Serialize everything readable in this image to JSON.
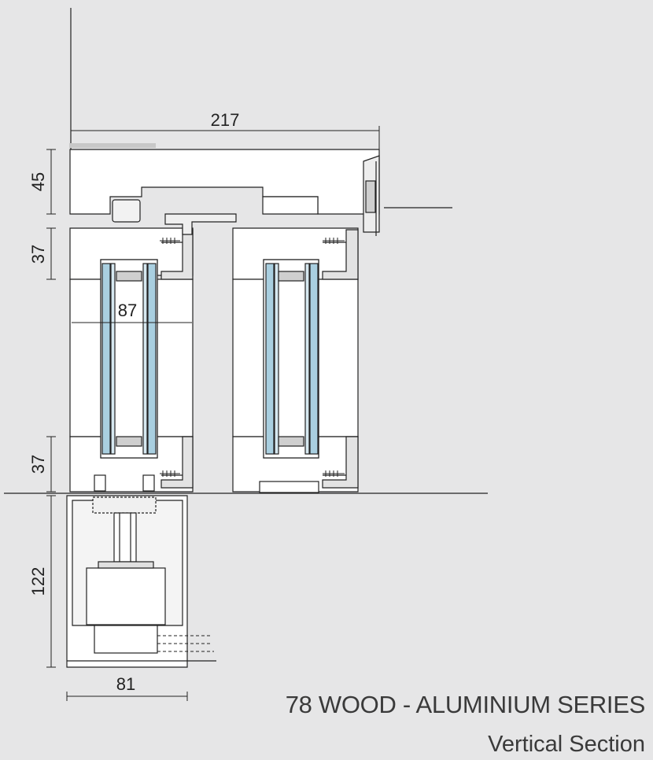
{
  "dimensions": {
    "overall_width": "217",
    "top_frame_height": "45",
    "top_rail_height": "37",
    "sash_depth": "87",
    "bottom_rail_height": "37",
    "track_depth": "122",
    "track_width": "81"
  },
  "caption": {
    "series": "78 WOOD - ALUMINIUM SERIES",
    "view": "Vertical Section"
  },
  "colors": {
    "background": "#e6e6e7",
    "wood": "#ffffff",
    "outline": "#222222",
    "glass": "#a9cfe0",
    "aluminium": "#b9b9b9"
  }
}
